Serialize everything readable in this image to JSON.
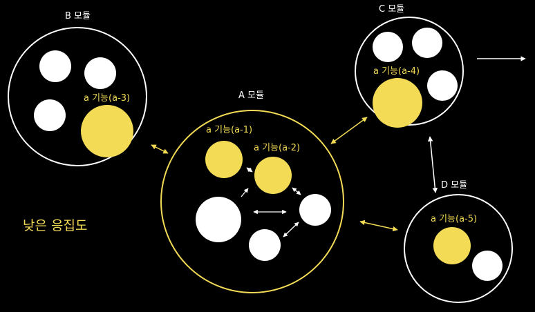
{
  "colors": {
    "background": "#000000",
    "white": "#ffffff",
    "yellow": "#f3db55",
    "a_module_ring": "#f3db55"
  },
  "modules": {
    "a": {
      "title": "A 모듈",
      "features": [
        "a 기능(a-1)",
        "a 기능(a-2)"
      ]
    },
    "b": {
      "title": "B 모듈",
      "features": [
        "a 기능(a-3)"
      ]
    },
    "c": {
      "title": "C 모듈",
      "features": [
        "a 기능(a-4)"
      ]
    },
    "d": {
      "title": "D 모듈",
      "features": [
        "a 기능(a-5)"
      ]
    }
  },
  "caption": "낮은 응집도"
}
